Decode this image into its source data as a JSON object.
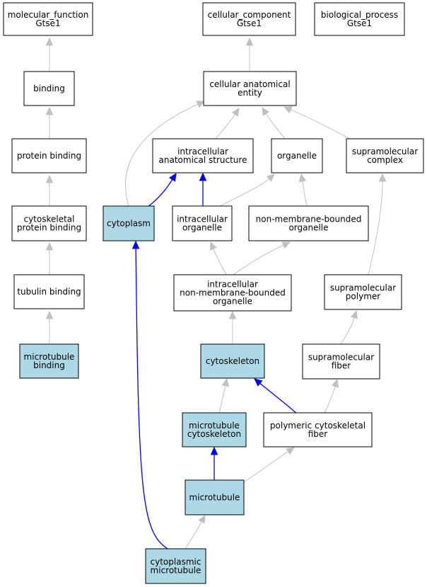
{
  "colors": {
    "highlight_fill": "#add8e6",
    "plain_fill": "#ffffff",
    "gray_edge": "#c0c0c0",
    "blue_edge": "#0000ee"
  },
  "nodes": {
    "molecular_function": {
      "lines": [
        "molecular_function",
        "Gtse1"
      ],
      "highlight": false
    },
    "cellular_component": {
      "lines": [
        "cellular_component",
        "Gtse1"
      ],
      "highlight": false
    },
    "biological_process": {
      "lines": [
        "biological_process",
        "Gtse1"
      ],
      "highlight": false
    },
    "binding": {
      "lines": [
        "binding"
      ],
      "highlight": false
    },
    "cellular_anatomical_entity": {
      "lines": [
        "cellular anatomical",
        "entity"
      ],
      "highlight": false
    },
    "protein_binding": {
      "lines": [
        "protein binding"
      ],
      "highlight": false
    },
    "intracellular_anatomical_structure": {
      "lines": [
        "intracellular",
        "anatomical structure"
      ],
      "highlight": false
    },
    "organelle": {
      "lines": [
        "organelle"
      ],
      "highlight": false
    },
    "supramolecular_complex": {
      "lines": [
        "supramolecular",
        "complex"
      ],
      "highlight": false
    },
    "cytoskeletal_protein_binding": {
      "lines": [
        "cytoskeletal",
        "protein binding"
      ],
      "highlight": false
    },
    "cytoplasm": {
      "lines": [
        "cytoplasm"
      ],
      "highlight": true
    },
    "intracellular_organelle": {
      "lines": [
        "intracellular",
        "organelle"
      ],
      "highlight": false
    },
    "non_membrane_bounded_organelle": {
      "lines": [
        "non-membrane-bounded",
        "organelle"
      ],
      "highlight": false
    },
    "tubulin_binding": {
      "lines": [
        "tubulin binding"
      ],
      "highlight": false
    },
    "intracellular_non_membrane_bounded_organelle": {
      "lines": [
        "intracellular",
        "non-membrane-bounded",
        "organelle"
      ],
      "highlight": false
    },
    "supramolecular_polymer": {
      "lines": [
        "supramolecular",
        "polymer"
      ],
      "highlight": false
    },
    "microtubule_binding": {
      "lines": [
        "microtubule",
        "binding"
      ],
      "highlight": true
    },
    "cytoskeleton": {
      "lines": [
        "cytoskeleton"
      ],
      "highlight": true
    },
    "supramolecular_fiber": {
      "lines": [
        "supramolecular",
        "fiber"
      ],
      "highlight": false
    },
    "microtubule_cytoskeleton": {
      "lines": [
        "microtubule",
        "cytoskeleton"
      ],
      "highlight": true
    },
    "polymeric_cytoskeletal_fiber": {
      "lines": [
        "polymeric cytoskeletal",
        "fiber"
      ],
      "highlight": false
    },
    "microtubule": {
      "lines": [
        "microtubule"
      ],
      "highlight": true
    },
    "cytoplasmic_microtubule": {
      "lines": [
        "cytoplasmic",
        "microtubule"
      ],
      "highlight": true
    }
  },
  "edges": [
    {
      "from": "binding",
      "to": "molecular_function",
      "color": "gray"
    },
    {
      "from": "protein_binding",
      "to": "binding",
      "color": "gray"
    },
    {
      "from": "cytoskeletal_protein_binding",
      "to": "protein_binding",
      "color": "gray"
    },
    {
      "from": "tubulin_binding",
      "to": "cytoskeletal_protein_binding",
      "color": "gray"
    },
    {
      "from": "microtubule_binding",
      "to": "tubulin_binding",
      "color": "gray"
    },
    {
      "from": "cellular_anatomical_entity",
      "to": "cellular_component",
      "color": "gray"
    },
    {
      "from": "cytoplasm",
      "to": "cellular_anatomical_entity",
      "color": "gray"
    },
    {
      "from": "intracellular_anatomical_structure",
      "to": "cellular_anatomical_entity",
      "color": "gray"
    },
    {
      "from": "organelle",
      "to": "cellular_anatomical_entity",
      "color": "gray"
    },
    {
      "from": "supramolecular_complex",
      "to": "cellular_anatomical_entity",
      "color": "gray"
    },
    {
      "from": "cytoplasm",
      "to": "intracellular_anatomical_structure",
      "color": "blue"
    },
    {
      "from": "intracellular_organelle",
      "to": "intracellular_anatomical_structure",
      "color": "blue"
    },
    {
      "from": "intracellular_organelle",
      "to": "organelle",
      "color": "gray"
    },
    {
      "from": "non_membrane_bounded_organelle",
      "to": "organelle",
      "color": "gray"
    },
    {
      "from": "intracellular_non_membrane_bounded_organelle",
      "to": "intracellular_organelle",
      "color": "gray"
    },
    {
      "from": "intracellular_non_membrane_bounded_organelle",
      "to": "non_membrane_bounded_organelle",
      "color": "gray"
    },
    {
      "from": "cytoskeleton",
      "to": "intracellular_non_membrane_bounded_organelle",
      "color": "gray"
    },
    {
      "from": "supramolecular_polymer",
      "to": "supramolecular_complex",
      "color": "gray"
    },
    {
      "from": "supramolecular_fiber",
      "to": "supramolecular_polymer",
      "color": "gray"
    },
    {
      "from": "polymeric_cytoskeletal_fiber",
      "to": "supramolecular_fiber",
      "color": "gray"
    },
    {
      "from": "polymeric_cytoskeletal_fiber",
      "to": "cytoskeleton",
      "color": "blue"
    },
    {
      "from": "microtubule_cytoskeleton",
      "to": "cytoskeleton",
      "color": "gray"
    },
    {
      "from": "microtubule",
      "to": "microtubule_cytoskeleton",
      "color": "blue"
    },
    {
      "from": "microtubule",
      "to": "polymeric_cytoskeletal_fiber",
      "color": "gray"
    },
    {
      "from": "cytoplasmic_microtubule",
      "to": "microtubule",
      "color": "gray"
    },
    {
      "from": "cytoplasmic_microtubule",
      "to": "cytoplasm",
      "color": "blue"
    }
  ]
}
